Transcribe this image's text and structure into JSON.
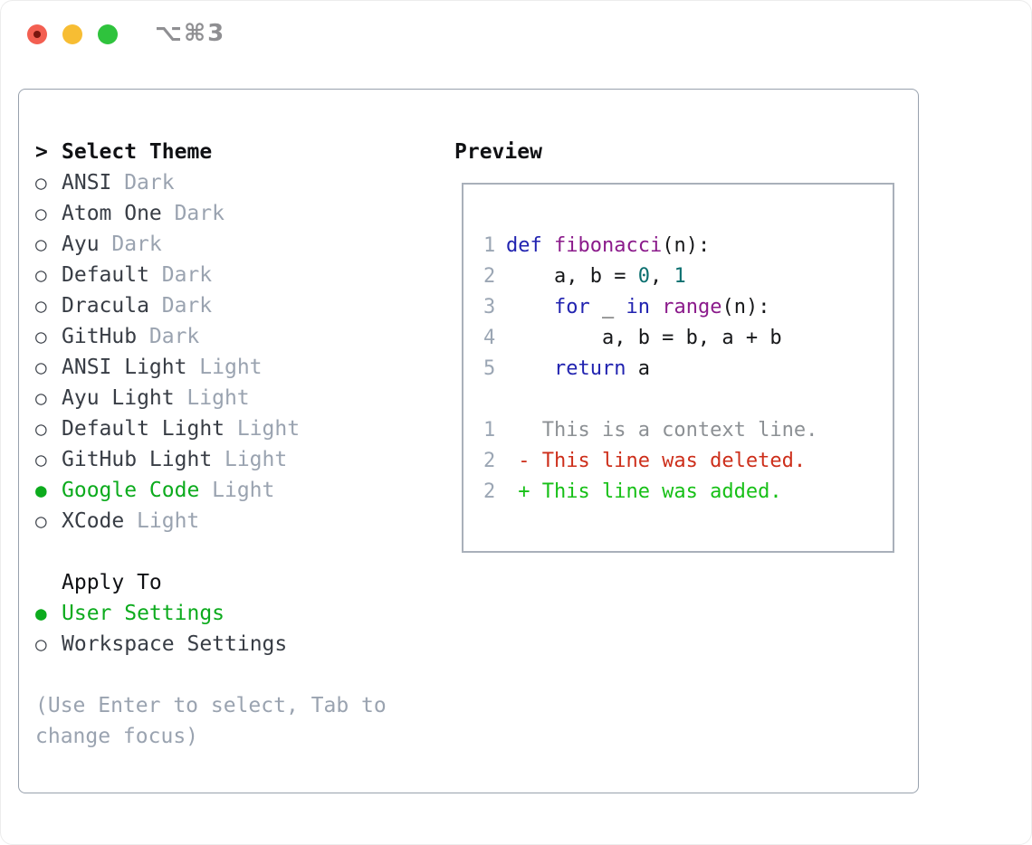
{
  "window": {
    "title": "⌥⌘3",
    "traffic_lights": [
      {
        "name": "close",
        "color": "#f35f51",
        "dot": true
      },
      {
        "name": "minimize",
        "color": "#f7bd33",
        "dot": false
      },
      {
        "name": "zoom",
        "color": "#2fc33d",
        "dot": false
      }
    ]
  },
  "theme_selector": {
    "prompt": ">",
    "title": "Select Theme",
    "radio_unselected": "○",
    "radio_selected": "●",
    "themes": [
      {
        "name": "ANSI",
        "variant": "Dark",
        "selected": false
      },
      {
        "name": "Atom One",
        "variant": "Dark",
        "selected": false
      },
      {
        "name": "Ayu",
        "variant": "Dark",
        "selected": false
      },
      {
        "name": "Default",
        "variant": "Dark",
        "selected": false
      },
      {
        "name": "Dracula",
        "variant": "Dark",
        "selected": false
      },
      {
        "name": "GitHub",
        "variant": "Dark",
        "selected": false
      },
      {
        "name": "ANSI Light",
        "variant": "Light",
        "selected": false
      },
      {
        "name": "Ayu Light",
        "variant": "Light",
        "selected": false
      },
      {
        "name": "Default Light",
        "variant": "Light",
        "selected": false
      },
      {
        "name": "GitHub Light",
        "variant": "Light",
        "selected": false
      },
      {
        "name": "Google Code",
        "variant": "Light",
        "selected": true
      },
      {
        "name": "XCode",
        "variant": "Light",
        "selected": false
      }
    ],
    "apply_to": {
      "title": "Apply To",
      "options": [
        {
          "name": "User Settings",
          "selected": true
        },
        {
          "name": "Workspace Settings",
          "selected": false
        }
      ]
    },
    "hint_lines": [
      "(Use Enter to select, Tab to",
      "change focus)"
    ]
  },
  "preview": {
    "title": "Preview",
    "code_lines": [
      {
        "num": "1",
        "tokens": [
          {
            "t": "def",
            "c": "kwd"
          },
          {
            "t": " ",
            "c": "pln"
          },
          {
            "t": "fibonacci",
            "c": "fn"
          },
          {
            "t": "(n):",
            "c": "pln"
          }
        ]
      },
      {
        "num": "2",
        "tokens": [
          {
            "t": "    a, b = ",
            "c": "pln"
          },
          {
            "t": "0",
            "c": "lit"
          },
          {
            "t": ", ",
            "c": "pln"
          },
          {
            "t": "1",
            "c": "lit"
          }
        ]
      },
      {
        "num": "3",
        "tokens": [
          {
            "t": "    ",
            "c": "pln"
          },
          {
            "t": "for",
            "c": "kwd"
          },
          {
            "t": " _ ",
            "c": "pln"
          },
          {
            "t": "in",
            "c": "kwd"
          },
          {
            "t": " ",
            "c": "pln"
          },
          {
            "t": "range",
            "c": "fn"
          },
          {
            "t": "(n):",
            "c": "pln"
          }
        ]
      },
      {
        "num": "4",
        "tokens": [
          {
            "t": "        a, b = b, a + b",
            "c": "pln"
          }
        ]
      },
      {
        "num": "5",
        "tokens": [
          {
            "t": "    ",
            "c": "pln"
          },
          {
            "t": "return",
            "c": "kwd"
          },
          {
            "t": " a",
            "c": "pln"
          }
        ]
      }
    ],
    "diff_lines": [
      {
        "num": "1",
        "kind": "context",
        "text": "   This is a context line."
      },
      {
        "num": "2",
        "kind": "deleted",
        "text": " - This line was deleted."
      },
      {
        "num": "2",
        "kind": "added",
        "text": " + This line was added."
      }
    ]
  },
  "colors": {
    "accent_green": "#0cab1d",
    "diff_added": "#17c017",
    "diff_deleted": "#cd2f1b",
    "diff_context": "#8c9094",
    "keyword": "#2123b0",
    "function": "#8b1a8b",
    "literal": "#0b6f6f",
    "code_plain": "#17181a",
    "line_number": "#9ba6b4",
    "muted": "#9aa3b0",
    "item_text": "#383d45",
    "heading": "#101114",
    "panel_border": "#98a1ad",
    "preview_border": "#a9b0ba",
    "title_gray": "#8f8f92"
  }
}
